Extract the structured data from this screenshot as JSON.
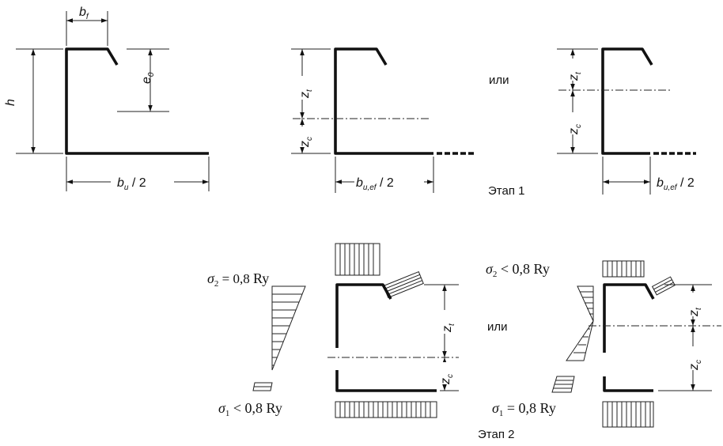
{
  "labels": {
    "bf": "b",
    "bf_sub": "f",
    "e0": "e",
    "e0_sub": "0",
    "h": "h",
    "bu": "b",
    "bu_sub": "u",
    "bu_div": " / 2",
    "zt": "z",
    "zt_sub": "t",
    "zc": "z",
    "zc_sub": "c",
    "buef": "b",
    "buef_sub": "u,ef",
    "buef_div": " / 2",
    "or1": "или",
    "or2": "или",
    "stage1": "Этап 1",
    "stage2": "Этап 2"
  },
  "stresses": {
    "left_sigma2": {
      "sym": "σ",
      "sub": "2",
      "rel": " = 0,8 ",
      "ry": "Ry"
    },
    "left_sigma1": {
      "sym": "σ",
      "sub": "1",
      "rel": " < 0,8 ",
      "ry": "Ry"
    },
    "right_sigma2": {
      "sym": "σ",
      "sub": "2",
      "rel": " < 0,8 ",
      "ry": "Ry"
    },
    "right_sigma1": {
      "sym": "σ",
      "sub": "1",
      "rel": " = 0,8 ",
      "ry": "Ry"
    }
  }
}
